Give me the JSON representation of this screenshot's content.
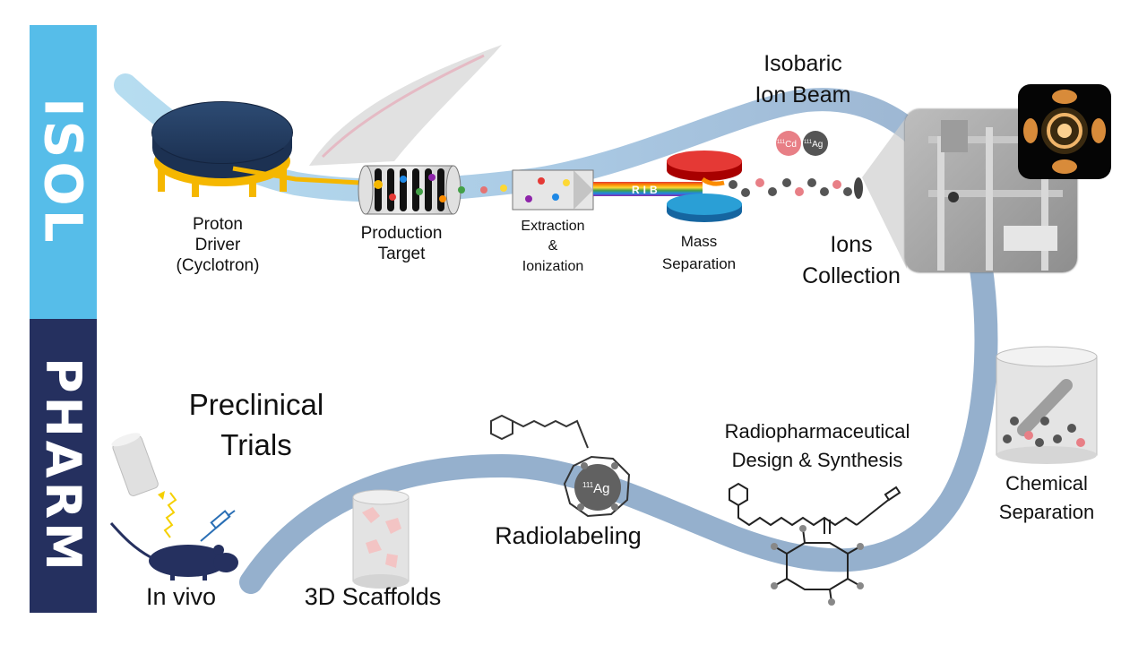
{
  "side_labels": {
    "top": "ISOL",
    "bottom": "PHARM"
  },
  "colors": {
    "isol_band": "#56bde9",
    "pharm_band": "#25305f",
    "beam_tube_light": "#a9d7ee",
    "beam_tube": "#93b4d6",
    "pharm_tube": "#8aa7c8",
    "beam_yellow": "#f5b700",
    "cd_ion": "#e87f86",
    "ag_ion": "#555555"
  },
  "steps": {
    "proton_driver": [
      "Proton",
      "Driver",
      "(Cyclotron)"
    ],
    "production_target": [
      "Production",
      "Target"
    ],
    "extraction": [
      "Extraction",
      "&",
      "Ionization"
    ],
    "mass_separation": [
      "Mass",
      "Separation"
    ],
    "ions_collection": [
      "Ions",
      "Collection"
    ],
    "isobaric_beam": [
      "Isobaric",
      "Ion Beam"
    ],
    "chemical_separation": [
      "Chemical",
      "Separation"
    ],
    "radiopharm_design": [
      "Radiopharmaceutical",
      "Design & Synthesis"
    ],
    "radiolabeling": "Radiolabeling",
    "scaffolds": "3D Scaffolds",
    "preclinical": [
      "Preclinical",
      "Trials"
    ],
    "in_vivo": "In vivo"
  },
  "rib_label": "RIB",
  "ion_labels": {
    "cd": {
      "mass": "111",
      "element": "Cd"
    },
    "ag": {
      "mass": "111",
      "element": "Ag"
    }
  },
  "complex_label": {
    "mass": "111",
    "element": "Ag"
  }
}
